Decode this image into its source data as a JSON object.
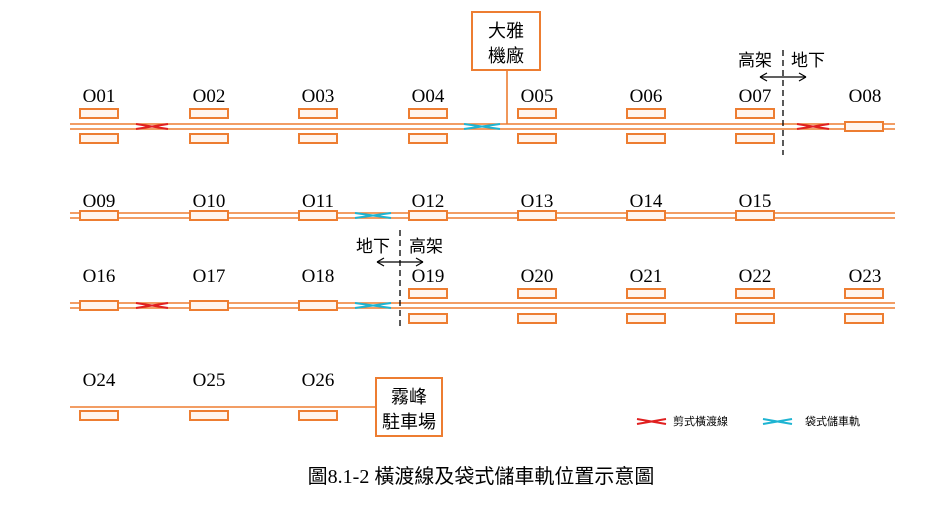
{
  "caption": "圖8.1-2 橫渡線及袋式儲車軌位置示意圖",
  "depots": [
    {
      "line1": "大雅",
      "line2": "機廠"
    },
    {
      "line1": "霧峰",
      "line2": "駐車場"
    }
  ],
  "rows": [
    {
      "stations": [
        "O01",
        "O02",
        "O03",
        "O04",
        "O05",
        "O06",
        "O07",
        "O08"
      ]
    },
    {
      "stations": [
        "O09",
        "O10",
        "O11",
        "O12",
        "O13",
        "O14",
        "O15"
      ]
    },
    {
      "stations": [
        "O16",
        "O17",
        "O18",
        "O19",
        "O20",
        "O21",
        "O22",
        "O23"
      ]
    },
    {
      "stations": [
        "O24",
        "O25",
        "O26"
      ]
    }
  ],
  "transitions": [
    {
      "left": "高架",
      "right": "地下"
    },
    {
      "left": "地下",
      "right": "高架"
    }
  ],
  "legend": {
    "scissors": "剪式橫渡線",
    "pocket": "袋式儲車軌"
  },
  "colors": {
    "track": "#ED7D31",
    "platform_fill": "#FFF5EE",
    "scissors": "#E02020",
    "pocket": "#1EB4D2"
  }
}
